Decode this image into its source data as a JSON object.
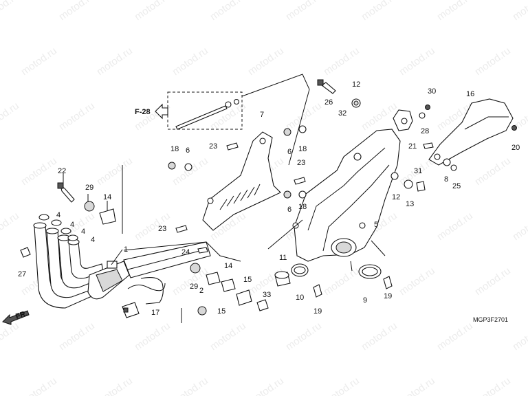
{
  "watermark": "motod.ru",
  "diagram_code": "MGP3F2701",
  "ref_label": "F-28",
  "direction_label": "FR.",
  "callouts": {
    "c1": "1",
    "c2": "2",
    "c4a": "4",
    "c4b": "4",
    "c4c": "4",
    "c4d": "4",
    "c5": "5",
    "c6a": "6",
    "c6b": "6",
    "c6c": "6",
    "c7": "7",
    "c8": "8",
    "c9": "9",
    "c10": "10",
    "c11": "11",
    "c12a": "12",
    "c12b": "12",
    "c13": "13",
    "c14a": "14",
    "c14b": "14",
    "c15a": "15",
    "c15b": "15",
    "c16": "16",
    "c17": "17",
    "c18a": "18",
    "c18b": "18",
    "c18c": "18",
    "c19a": "19",
    "c19b": "19",
    "c20": "20",
    "c21": "21",
    "c22": "22",
    "c23a": "23",
    "c23b": "23",
    "c23c": "23",
    "c24": "24",
    "c25": "25",
    "c26": "26",
    "c27": "27",
    "c28": "28",
    "c29a": "29",
    "c29b": "29",
    "c30": "30",
    "c31": "31",
    "c32": "32",
    "c33": "33"
  }
}
